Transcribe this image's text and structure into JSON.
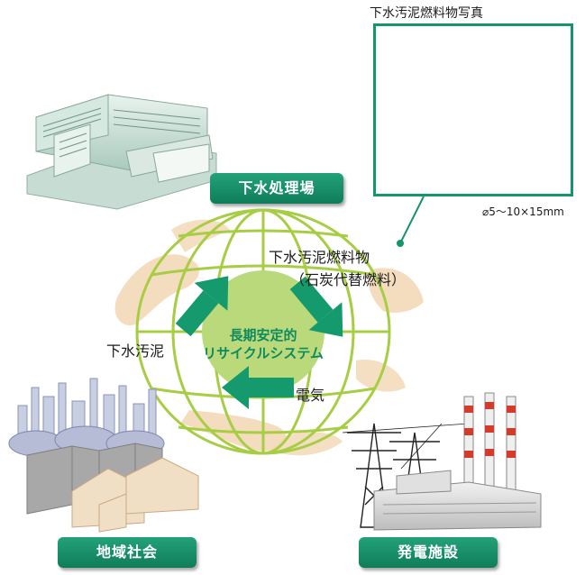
{
  "photo": {
    "title": "下水汚泥燃料物写真",
    "caption": "⌀5〜10×15mm"
  },
  "badges": {
    "treatment_plant": "下水処理場",
    "community": "地域社会",
    "power_plant": "発電施設"
  },
  "cycle": {
    "center_line1": "長期安定的",
    "center_line2": "リサイクルシステム",
    "fuel_label": "下水汚泥燃料物",
    "fuel_sub": "（石炭代替燃料）",
    "sludge_label": "下水汚泥",
    "electricity_label": "電気"
  },
  "colors": {
    "accent_green": "#14956a",
    "globe_green": "#9cc93a",
    "center_green": "#b9d97a"
  }
}
